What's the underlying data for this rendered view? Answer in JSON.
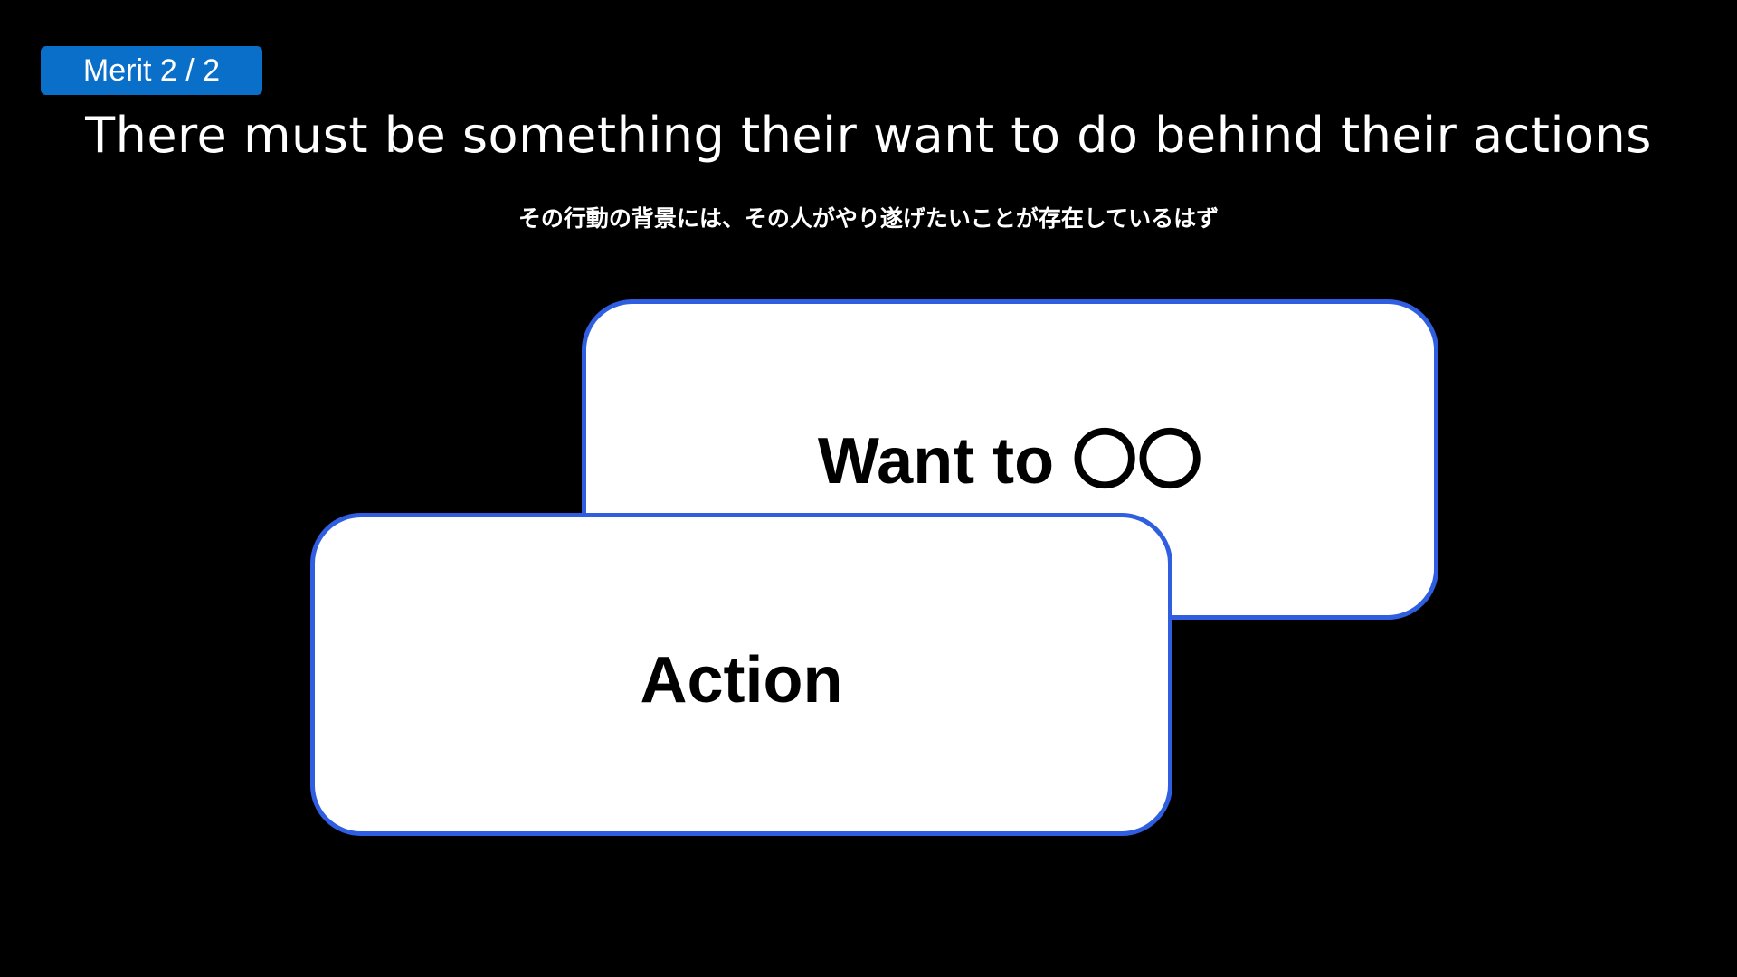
{
  "badge": {
    "label": "Merit 2 / 2",
    "color": "#0a6fc9"
  },
  "title": "There must be something their want to do behind their actions",
  "subtitle": "その行動の背景には、その人がやり遂げたいことが存在しているはず",
  "cards": {
    "back": {
      "label": "Want to 〇〇"
    },
    "front": {
      "label": "Action"
    }
  },
  "colors": {
    "background": "#000000",
    "card_border": "#2f5fe0",
    "card_fill": "#ffffff"
  }
}
